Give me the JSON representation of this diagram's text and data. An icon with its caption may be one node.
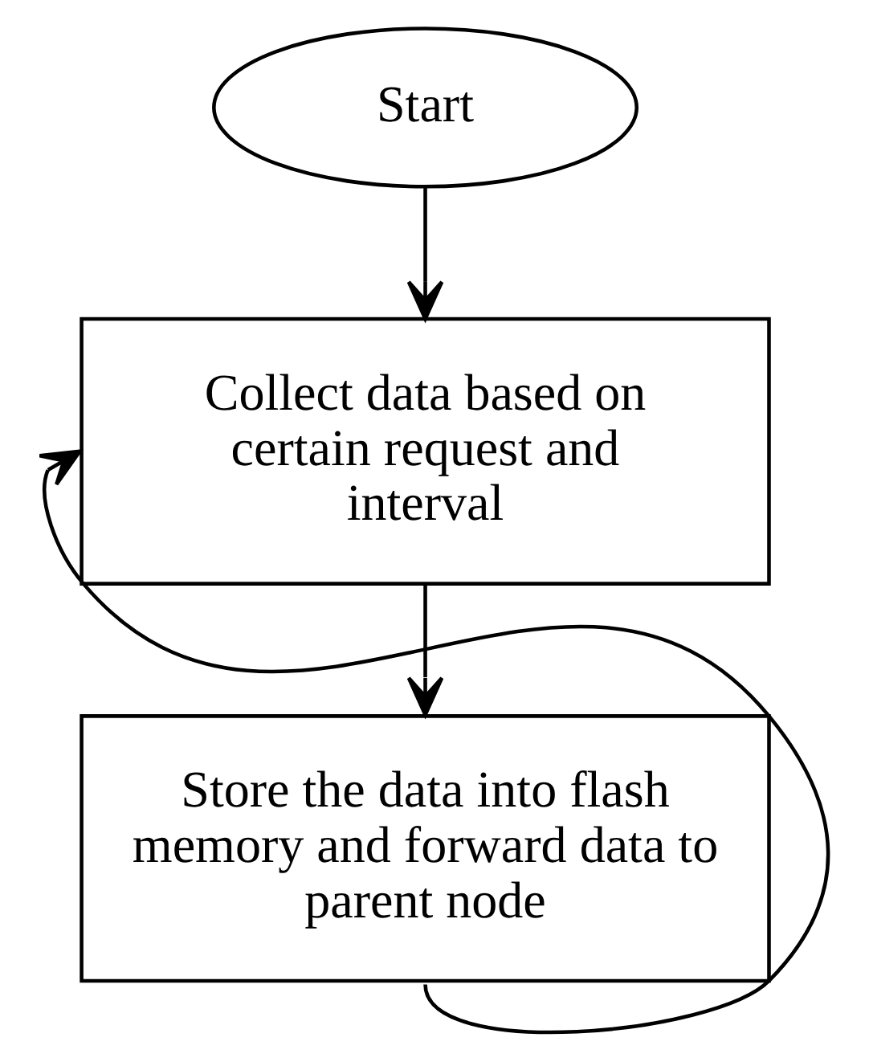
{
  "diagram": {
    "nodes": [
      {
        "text": [
          "Start"
        ]
      },
      {
        "text": [
          "Collect data based on certain request and interval"
        ]
      },
      {
        "text": [
          "Store the data into flash memory and forward data to parent node"
        ]
      }
    ],
    "edges": [
      {
        "from": 0,
        "to": 1,
        "arrow": "to"
      },
      {
        "from": 1,
        "to": 2,
        "arrow": "to"
      },
      {
        "from": 2,
        "to": 1,
        "arrow": "to"
      }
    ]
  }
}
